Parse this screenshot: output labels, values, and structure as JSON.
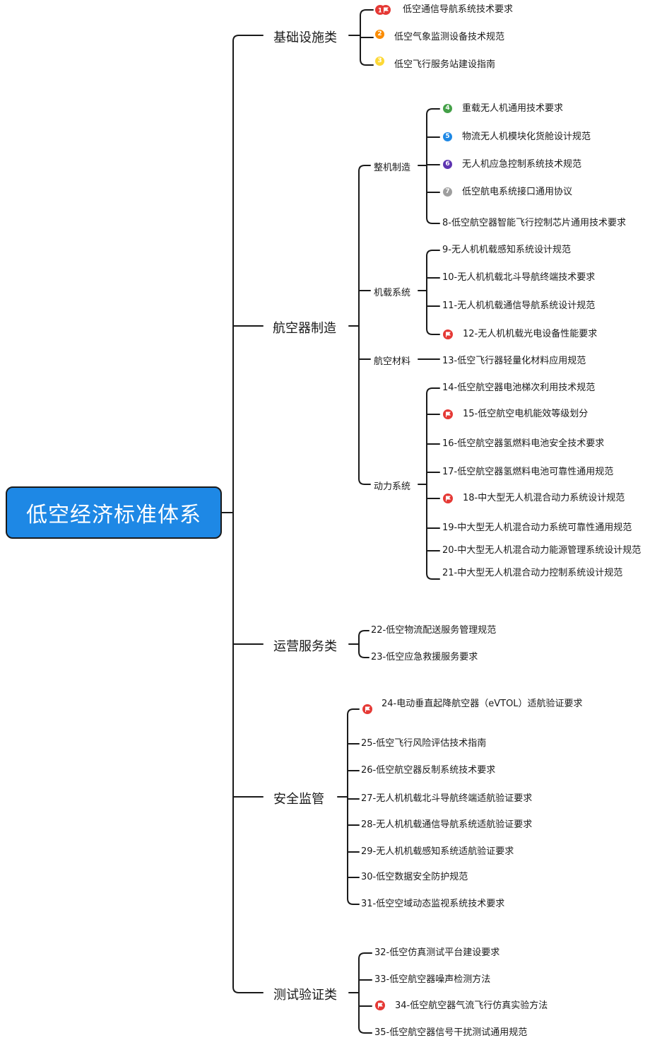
{
  "root": {
    "label": "低空经济标准体系"
  },
  "colors": {
    "root_fill": "#1e88e5",
    "line": "#1a1a1a",
    "priority_1": "#e53935",
    "priority_2": "#fb8c00",
    "priority_3": "#fdd835",
    "priority_4": "#43a047",
    "priority_5": "#1e88e5",
    "priority_6": "#5e35b1",
    "priority_7": "#9e9e9e",
    "flag": "#e53935"
  },
  "categories": [
    {
      "label": "基础设施类",
      "items": [
        {
          "icon": "priority-1-flag-icon",
          "badge": "1",
          "text": "低空通信导航系统技术要求"
        },
        {
          "icon": "priority-2-icon",
          "badge": "2",
          "text": "低空气象监测设备技术规范"
        },
        {
          "icon": "priority-3-icon",
          "badge": "3",
          "text": "低空飞行服务站建设指南"
        }
      ]
    },
    {
      "label": "航空器制造",
      "subcategories": [
        {
          "label": "整机制造",
          "items": [
            {
              "icon": "priority-4-icon",
              "badge": "4",
              "text": "重载无人机通用技术要求"
            },
            {
              "icon": "priority-5-icon",
              "badge": "5",
              "text": "物流无人机模块化货舱设计规范"
            },
            {
              "icon": "priority-6-icon",
              "badge": "6",
              "text": "无人机应急控制系统技术规范"
            },
            {
              "icon": "priority-7-icon",
              "badge": "7",
              "text": "低空航电系统接口通用协议"
            },
            {
              "text": "8-低空航空器智能飞行控制芯片通用技术要求"
            }
          ]
        },
        {
          "label": "机载系统",
          "items": [
            {
              "text": "9-无人机机载感知系统设计规范"
            },
            {
              "text": "10-无人机机载北斗导航终端技术要求"
            },
            {
              "text": "11-无人机机载通信导航系统设计规范"
            },
            {
              "icon": "flag-icon",
              "text": "12-无人机机载光电设备性能要求"
            }
          ]
        },
        {
          "label": "航空材料",
          "items": [
            {
              "text": "13-低空飞行器轻量化材料应用规范"
            }
          ]
        },
        {
          "label": "动力系统",
          "items": [
            {
              "text": "14-低空航空器电池梯次利用技术规范"
            },
            {
              "icon": "flag-icon",
              "text": "15-低空航空电机能效等级划分"
            },
            {
              "text": "16-低空航空器氢燃料电池安全技术要求"
            },
            {
              "text": "17-低空航空器氢燃料电池可靠性通用规范"
            },
            {
              "icon": "flag-icon",
              "text": "18-中大型无人机混合动力系统设计规范"
            },
            {
              "text": "19-中大型无人机混合动力系统可靠性通用规范"
            },
            {
              "text": "20-中大型无人机混合动力能源管理系统设计规范"
            },
            {
              "text": "21-中大型无人机混合动力控制系统设计规范"
            }
          ]
        }
      ]
    },
    {
      "label": "运营服务类",
      "items": [
        {
          "text": "22-低空物流配送服务管理规范"
        },
        {
          "text": "23-低空应急救援服务要求"
        }
      ]
    },
    {
      "label": "安全监管",
      "items": [
        {
          "icon": "flag-icon",
          "text": "24-电动垂直起降航空器（eVTOL）适航验证要求"
        },
        {
          "text": "25-低空飞行风险评估技术指南"
        },
        {
          "text": "26-低空航空器反制系统技术要求"
        },
        {
          "text": "27-无人机机载北斗导航终端适航验证要求"
        },
        {
          "text": "28-无人机机载通信导航系统适航验证要求"
        },
        {
          "text": "29-无人机机载感知系统适航验证要求"
        },
        {
          "text": "30-低空数据安全防护规范"
        },
        {
          "text": "31-低空空域动态监视系统技术要求"
        }
      ]
    },
    {
      "label": "测试验证类",
      "items": [
        {
          "text": "32-低空仿真测试平台建设要求"
        },
        {
          "text": "33-低空航空器噪声检测方法"
        },
        {
          "icon": "flag-icon",
          "text": "34-低空航空器气流飞行仿真实验方法"
        },
        {
          "text": "35-低空航空器信号干扰测试通用规范"
        }
      ]
    }
  ]
}
